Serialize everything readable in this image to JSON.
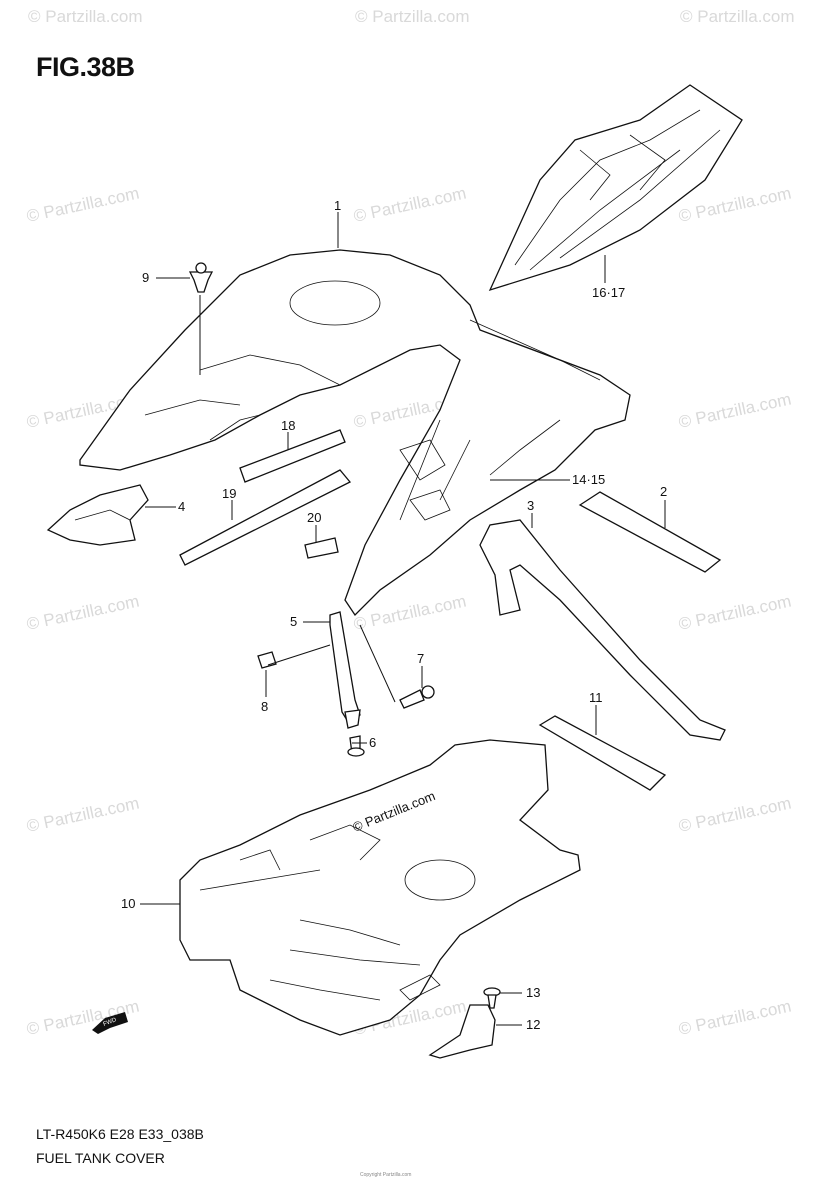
{
  "figure": {
    "title": "FIG.38B",
    "code": "LT-R450K6 E28 E33_038B",
    "caption": "FUEL TANK COVER",
    "footer": "Copyright Partzilla.com"
  },
  "watermark": {
    "text": "© Partzilla.com",
    "center_text": "© Partzilla.com"
  },
  "fwd_badge": "FWD",
  "callouts": [
    {
      "id": "c1",
      "label": "1"
    },
    {
      "id": "c2",
      "label": "2"
    },
    {
      "id": "c3",
      "label": "3"
    },
    {
      "id": "c4",
      "label": "4"
    },
    {
      "id": "c5",
      "label": "5"
    },
    {
      "id": "c6",
      "label": "6"
    },
    {
      "id": "c7",
      "label": "7"
    },
    {
      "id": "c8",
      "label": "8"
    },
    {
      "id": "c9",
      "label": "9"
    },
    {
      "id": "c10",
      "label": "10"
    },
    {
      "id": "c11",
      "label": "11"
    },
    {
      "id": "c12",
      "label": "12"
    },
    {
      "id": "c13",
      "label": "13"
    },
    {
      "id": "c14",
      "label": "14·15"
    },
    {
      "id": "c16",
      "label": "16·17"
    },
    {
      "id": "c18",
      "label": "18"
    },
    {
      "id": "c19",
      "label": "19"
    },
    {
      "id": "c20",
      "label": "20"
    }
  ]
}
